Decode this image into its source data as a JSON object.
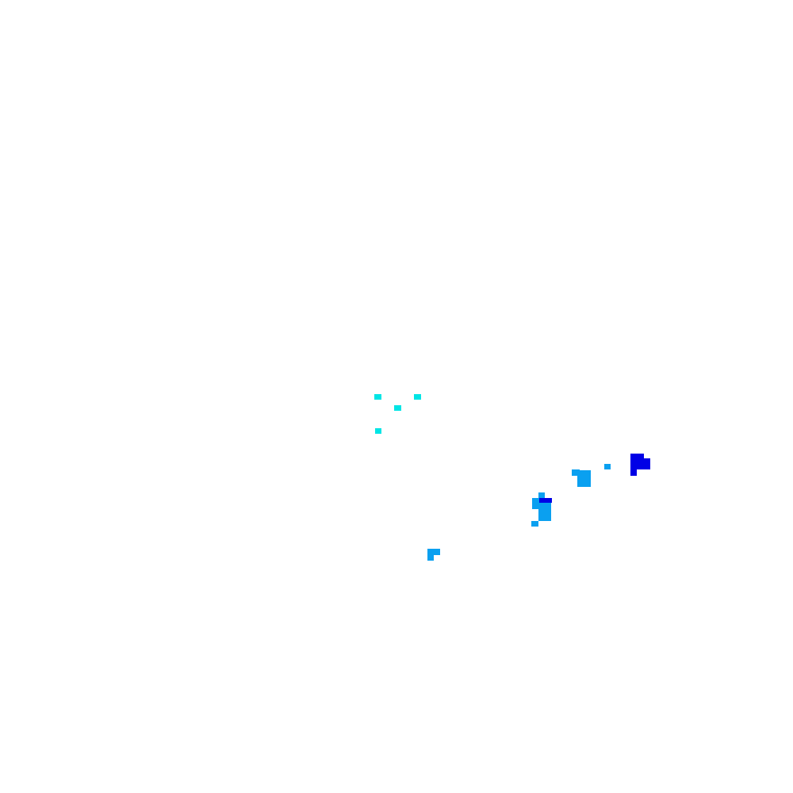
{
  "colors": {
    "background": "#ffffff",
    "cyan": "#00e5e5",
    "sky": "#0aa0f0",
    "blue": "#0000e6"
  },
  "blocks": [
    {
      "name": "cyan-block-1",
      "color": "cyan"
    },
    {
      "name": "cyan-block-2",
      "color": "cyan"
    },
    {
      "name": "cyan-block-3",
      "color": "cyan"
    },
    {
      "name": "cyan-block-4",
      "color": "cyan"
    },
    {
      "name": "blue-block-1",
      "color": "blue"
    },
    {
      "name": "blue-block-2",
      "color": "blue"
    },
    {
      "name": "blue-block-3",
      "color": "blue"
    },
    {
      "name": "sky-block-1",
      "color": "sky"
    },
    {
      "name": "sky-block-2",
      "color": "sky"
    },
    {
      "name": "sky-block-3",
      "color": "sky"
    },
    {
      "name": "sky-block-4",
      "color": "sky"
    },
    {
      "name": "sky-block-5",
      "color": "sky"
    },
    {
      "name": "sky-block-6",
      "color": "sky"
    },
    {
      "name": "sky-block-7",
      "color": "sky"
    },
    {
      "name": "sky-block-8",
      "color": "sky"
    },
    {
      "name": "blue-block-4",
      "color": "blue"
    },
    {
      "name": "sky-block-9",
      "color": "sky"
    },
    {
      "name": "sky-block-10",
      "color": "sky"
    },
    {
      "name": "sky-block-11",
      "color": "sky"
    }
  ]
}
